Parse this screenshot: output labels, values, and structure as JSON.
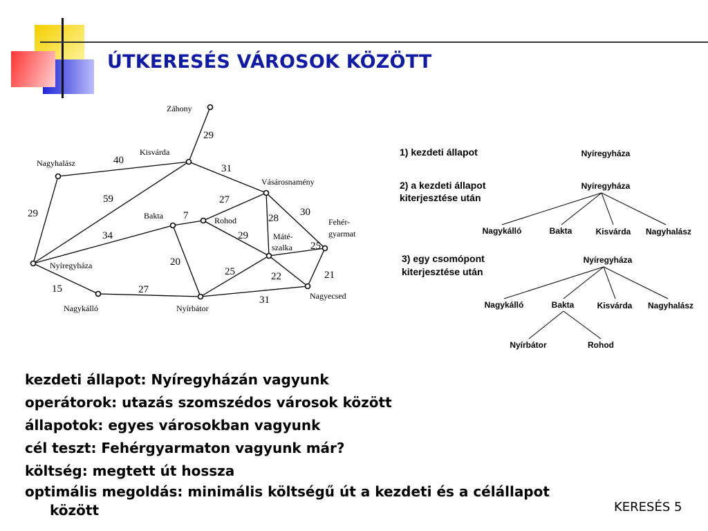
{
  "slide": {
    "title": "ÚTKERESÉS VÁROSOK KÖZÖTT",
    "footer": "KERESÉS 5"
  },
  "map": {
    "cities": {
      "zahony": "Záhony",
      "kisvarda": "Kisvárda",
      "nagyhalasz": "Nagyhalász",
      "vasarosnameny": "Vásárosnamény",
      "bakta": "Bakta",
      "rohod": "Rohod",
      "fehergyarmat_1": "Fehér-",
      "fehergyarmat_2": "gyarmat",
      "mateszalka_1": "Máté-",
      "mateszalka_2": "szalka",
      "nyiregyhaza": "Nyíregyháza",
      "nagykallo": "Nagykálló",
      "nyirbator": "Nyírbátor",
      "nagyecsed": "Nagyecsed"
    },
    "distances": {
      "zahony_kisvarda": "29",
      "nagyhalasz_kisvarda": "40",
      "kisvarda_vasarosnameny": "31",
      "nagyhalasz_nyiregyhaza": "29",
      "kisvarda_nyiregyhaza": "59",
      "rohod_vasarosnameny": "27",
      "bakta_rohod": "7",
      "vasarosnameny_mateszalka": "28",
      "vasarosnameny_fehergyarmat": "30",
      "nyiregyhaza_bakta": "34",
      "rohod_mateszalka": "29",
      "mateszalka_fehergyarmat": "25",
      "bakta_nyirbator": "20",
      "nyirbator_mateszalka": "25",
      "mateszalka_nagyecsed": "22",
      "fehergyarmat_nagyecsed": "21",
      "nyiregyhaza_nagykallo": "15",
      "nagykallo_nyirbator": "27",
      "nyirbator_nagyecsed": "31"
    }
  },
  "trees": {
    "step1": {
      "label": "1) kezdeti állapot",
      "root": "Nyíregyháza"
    },
    "step2": {
      "label_1": "2) a kezdeti állapot",
      "label_2": "kiterjesztése után",
      "root": "Nyíregyháza",
      "children": [
        "Nagykálló",
        "Bakta",
        "Kisvárda",
        "Nagyhalász"
      ]
    },
    "step3": {
      "label_1": "3) egy csomópont",
      "label_2": "kiterjesztése után",
      "root": "Nyíregyháza",
      "children": [
        "Nagykálló",
        "Bakta",
        "Kisvárda",
        "Nagyhalász"
      ],
      "grandchildren": [
        "Nyírbátor",
        "Rohod"
      ]
    }
  },
  "bullets": [
    "kezdeti állapot: Nyíregyházán vagyunk",
    "operátorok: utazás szomszédos városok között",
    "állapotok: egyes városokban vagyunk",
    "cél teszt: Fehérgyarmaton vagyunk már?",
    "költség: megtett út hossza",
    "optimális megoldás: minimális költségű út a kezdeti és a célállapot között"
  ],
  "colors": {
    "title": "#0f1aa8",
    "deco_yellow": "#f5d400",
    "deco_red": "#ff4b4b",
    "deco_blue": "#2b2fd6"
  }
}
